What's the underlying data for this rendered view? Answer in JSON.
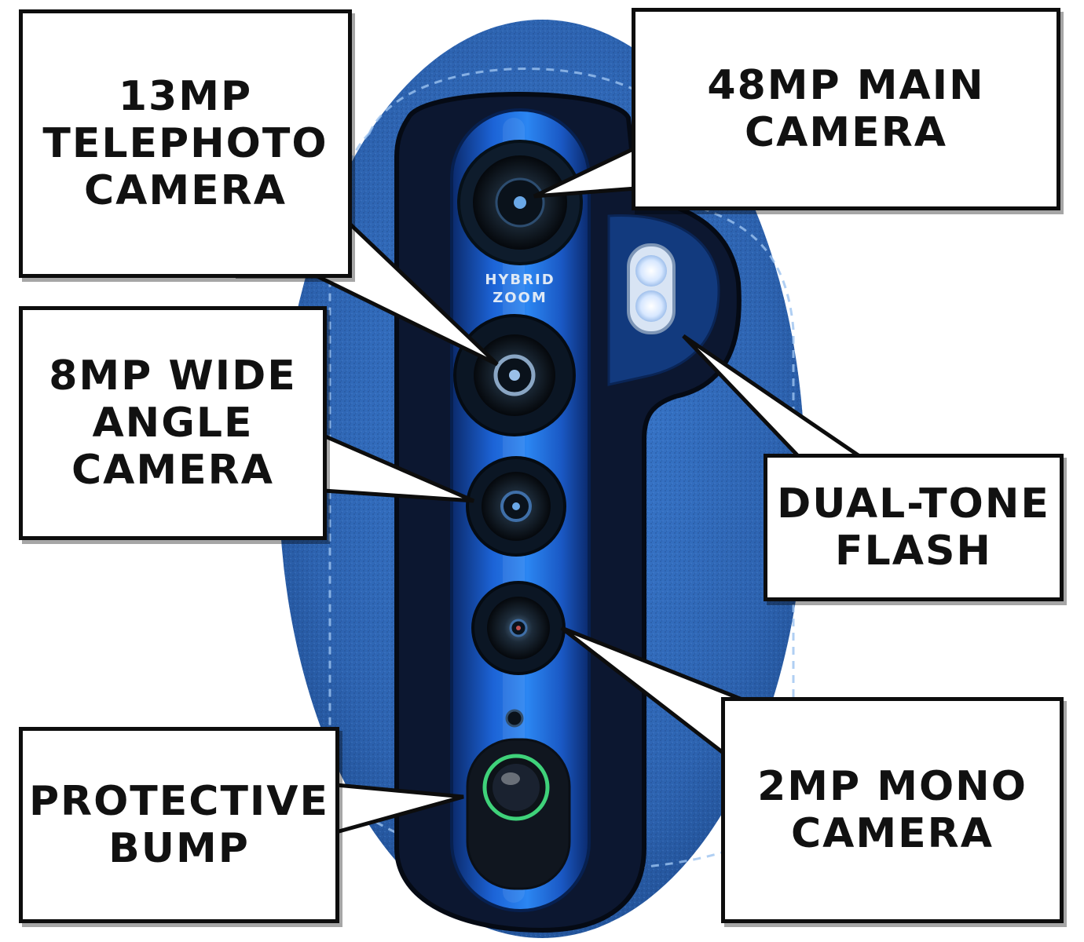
{
  "callouts": {
    "telephoto": {
      "lines": [
        "13MP",
        "TELEPHOTO",
        "CAMERA"
      ]
    },
    "main": {
      "lines": [
        "48MP MAIN",
        "CAMERA"
      ]
    },
    "wide": {
      "lines": [
        "8MP WIDE",
        "ANGLE",
        "CAMERA"
      ]
    },
    "flash": {
      "lines": [
        "DUAL-TONE",
        "FLASH"
      ]
    },
    "bump": {
      "lines": [
        "PROTECTIVE",
        "BUMP"
      ]
    },
    "mono": {
      "lines": [
        "2MP MONO",
        "CAMERA"
      ]
    }
  },
  "module": {
    "label_line1": "HYBRID",
    "label_line2": "ZOOM"
  },
  "colors": {
    "leather": "#2f68b8",
    "leather_dark": "#1d4a8e",
    "glass": "#1f6ee0",
    "glass_deep": "#0c2f78",
    "callout_border": "#0d0d0d",
    "flash": "#e8f2ff",
    "bump_ring": "#3fd27a"
  }
}
